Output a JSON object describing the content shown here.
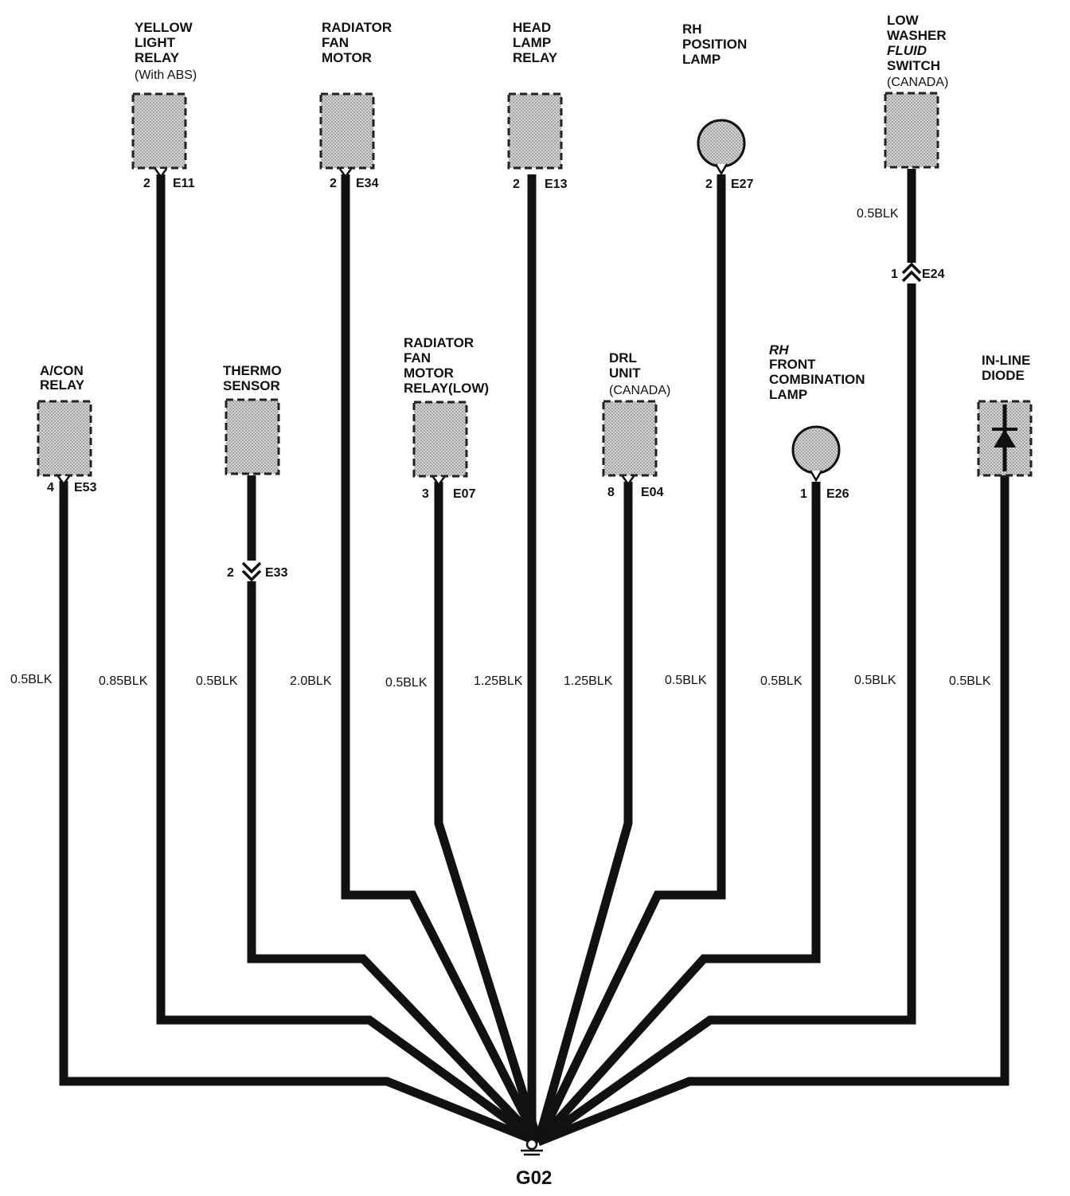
{
  "ground": {
    "label": "G02"
  },
  "components": [
    {
      "id": "a-con-relay",
      "lines": [
        "A/CON",
        "RELAY"
      ],
      "pin": "4",
      "connector": "E53",
      "wire": "0.5BLK",
      "shape": "box"
    },
    {
      "id": "yellow-light-relay",
      "lines": [
        "YELLOW",
        "LIGHT",
        "RELAY"
      ],
      "note": "(With ABS)",
      "pin": "2",
      "connector": "E11",
      "wire": "0.85BLK",
      "shape": "box"
    },
    {
      "id": "thermo-sensor",
      "lines": [
        "THERMO",
        "SENSOR"
      ],
      "inline_pin": "2",
      "inline_connector": "E33",
      "wire": "0.5BLK",
      "shape": "box"
    },
    {
      "id": "radiator-fan-motor",
      "lines": [
        "RADIATOR",
        "FAN",
        "MOTOR"
      ],
      "pin": "2",
      "connector": "E34",
      "wire": "2.0BLK",
      "shape": "box"
    },
    {
      "id": "radiator-fan-motor-relay-low",
      "lines": [
        "RADIATOR",
        "FAN",
        "MOTOR",
        "RELAY(LOW)"
      ],
      "pin": "3",
      "connector": "E07",
      "wire": "0.5BLK",
      "shape": "box"
    },
    {
      "id": "head-lamp-relay",
      "lines": [
        "HEAD",
        "LAMP",
        "RELAY"
      ],
      "pin": "2",
      "connector": "E13",
      "wire": "1.25BLK",
      "shape": "box"
    },
    {
      "id": "drl-unit",
      "lines": [
        "DRL",
        "UNIT"
      ],
      "note": "(CANADA)",
      "pin": "8",
      "connector": "E04",
      "wire": "1.25BLK",
      "shape": "box"
    },
    {
      "id": "rh-position-lamp",
      "lines": [
        "RH",
        "POSITION",
        "LAMP"
      ],
      "pin": "2",
      "connector": "E27",
      "wire": "0.5BLK",
      "shape": "lamp"
    },
    {
      "id": "rh-front-combination-lamp",
      "lines": [
        "RH",
        "FRONT",
        "COMBINATION",
        "LAMP"
      ],
      "pin": "1",
      "connector": "E26",
      "wire": "0.5BLK",
      "shape": "lamp"
    },
    {
      "id": "low-washer-fluid-switch",
      "lines": [
        "LOW",
        "WASHER",
        "FLUID",
        "SWITCH"
      ],
      "note": "(CANADA)",
      "pin": "",
      "connector": "",
      "upper_wire": "0.5BLK",
      "inline_pin": "1",
      "inline_connector": "E24",
      "wire": "0.5BLK",
      "shape": "box"
    },
    {
      "id": "in-line-diode",
      "lines": [
        "IN-LINE",
        "DIODE"
      ],
      "wire": "0.5BLK",
      "shape": "diode"
    }
  ]
}
